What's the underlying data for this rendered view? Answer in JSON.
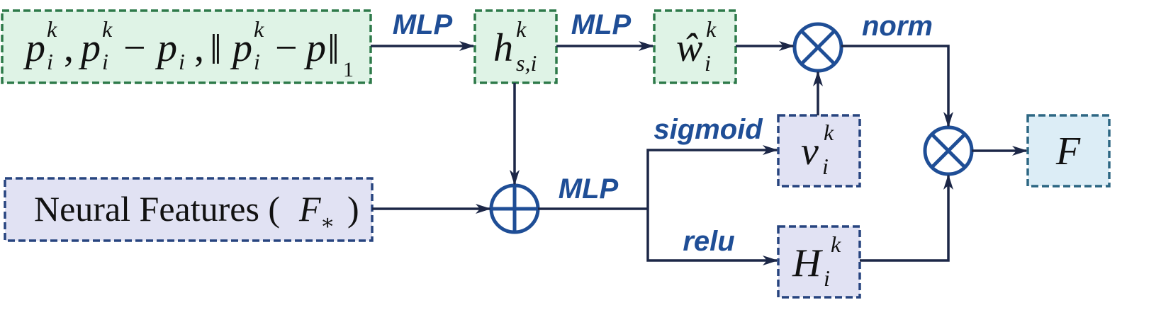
{
  "colors": {
    "green_fill": "#dff3e6",
    "green_stroke": "#2e7a4a",
    "blue_fill": "#e1e2f3",
    "blue_stroke": "#27447f",
    "cyan_fill": "#dcedf6",
    "cyan_stroke": "#2d6783",
    "arrow": "#1c2747",
    "op_stroke": "#1f4e96",
    "label_color": "#1f4e96"
  },
  "edge_labels": {
    "mlp_1": "MLP",
    "mlp_2": "MLP",
    "mlp_3": "MLP",
    "norm": "norm",
    "sigmoid": "sigmoid",
    "relu": "relu"
  },
  "nodes": {
    "input_geo": {
      "p": "p",
      "i": "i",
      "k": "k",
      "comma": ",",
      "minus": "−",
      "norm_bars": "‖",
      "one": "1"
    },
    "h": {
      "base": "h",
      "sup": "k",
      "sub": "s,i"
    },
    "w_hat": {
      "base": "ŵ",
      "sup": "k",
      "sub": "i"
    },
    "v": {
      "base": "v",
      "sup": "k",
      "sub": "i"
    },
    "H": {
      "base": "H",
      "sup": "k",
      "sub": "i"
    },
    "F": {
      "base": "F"
    },
    "neural": {
      "text": "Neural Features (",
      "F": "F",
      "star": "∗",
      "close": ")"
    }
  },
  "operators": {
    "otimes": "multiply",
    "oplus": "add"
  }
}
